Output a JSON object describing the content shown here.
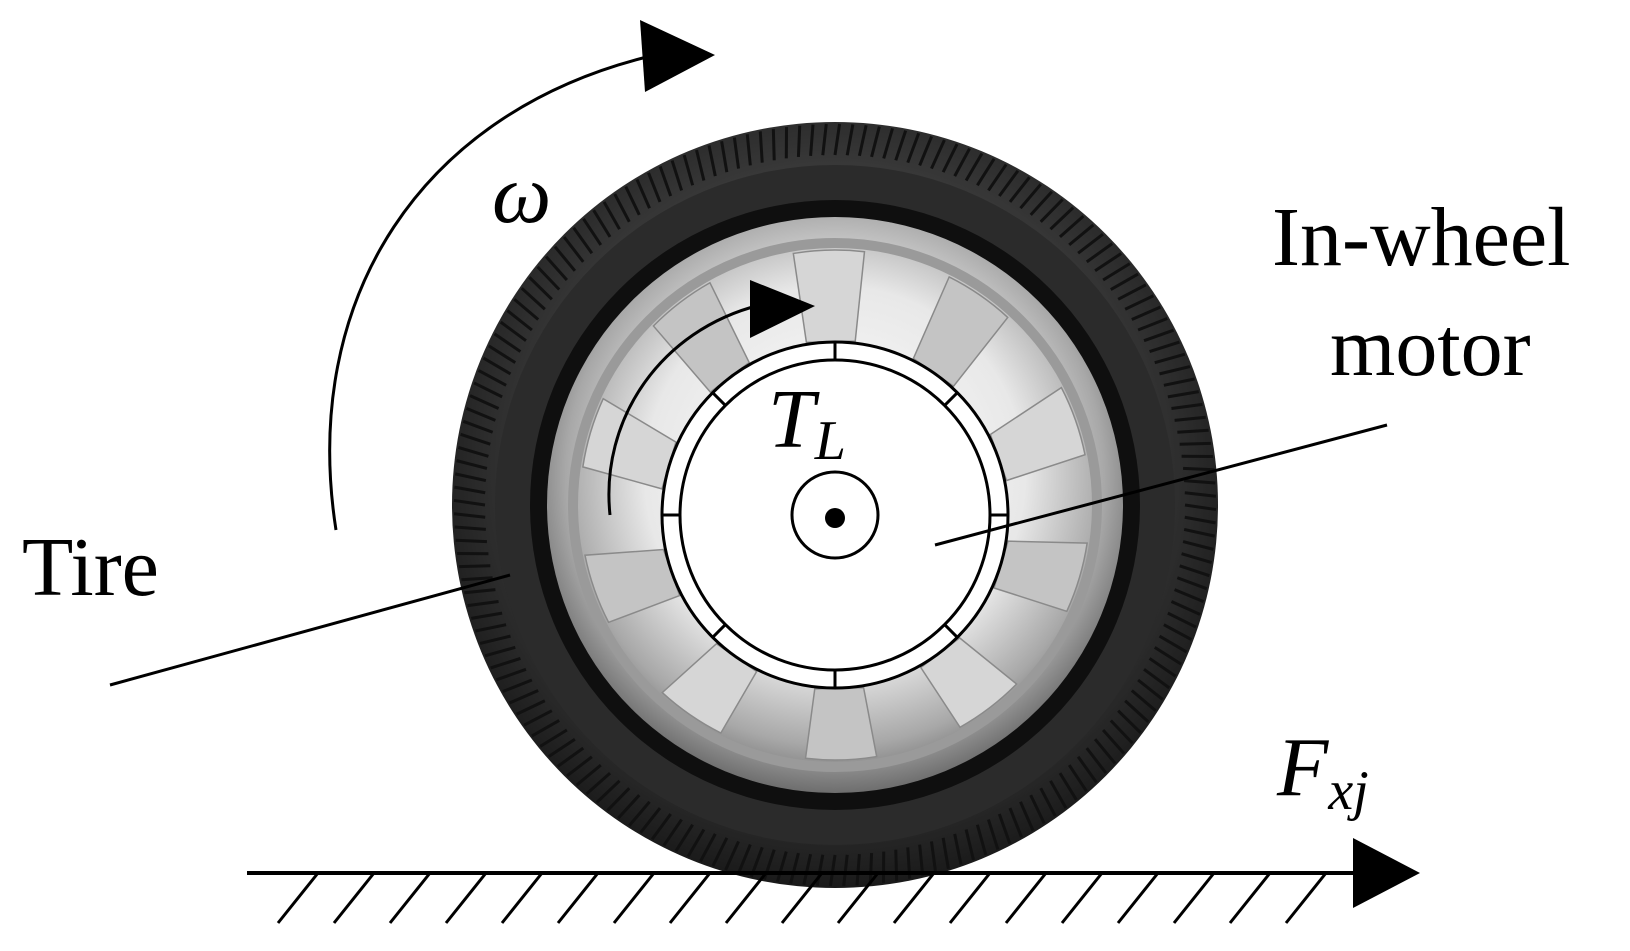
{
  "labels": {
    "omega": "ω",
    "torque_main": "T",
    "torque_sub": "L",
    "motor_line1": "In-wheel",
    "motor_line2": "motor",
    "tire": "Tire",
    "force_main": "F",
    "force_sub": "xj"
  },
  "colors": {
    "tire_outer": "#2a2a2a",
    "tire_tread": "#1c1c1c",
    "tire_inner": "#111111",
    "rim_light": "#f2f2f2",
    "rim_mid": "#bdbdbd",
    "rim_dark": "#7a7a7a",
    "line": "#000000"
  },
  "icons": {
    "rotation_arrow": "curved-arrow-icon",
    "torque_arrow": "curved-arrow-icon",
    "force_arrow": "right-arrow-icon",
    "ground": "hatched-ground-icon"
  }
}
